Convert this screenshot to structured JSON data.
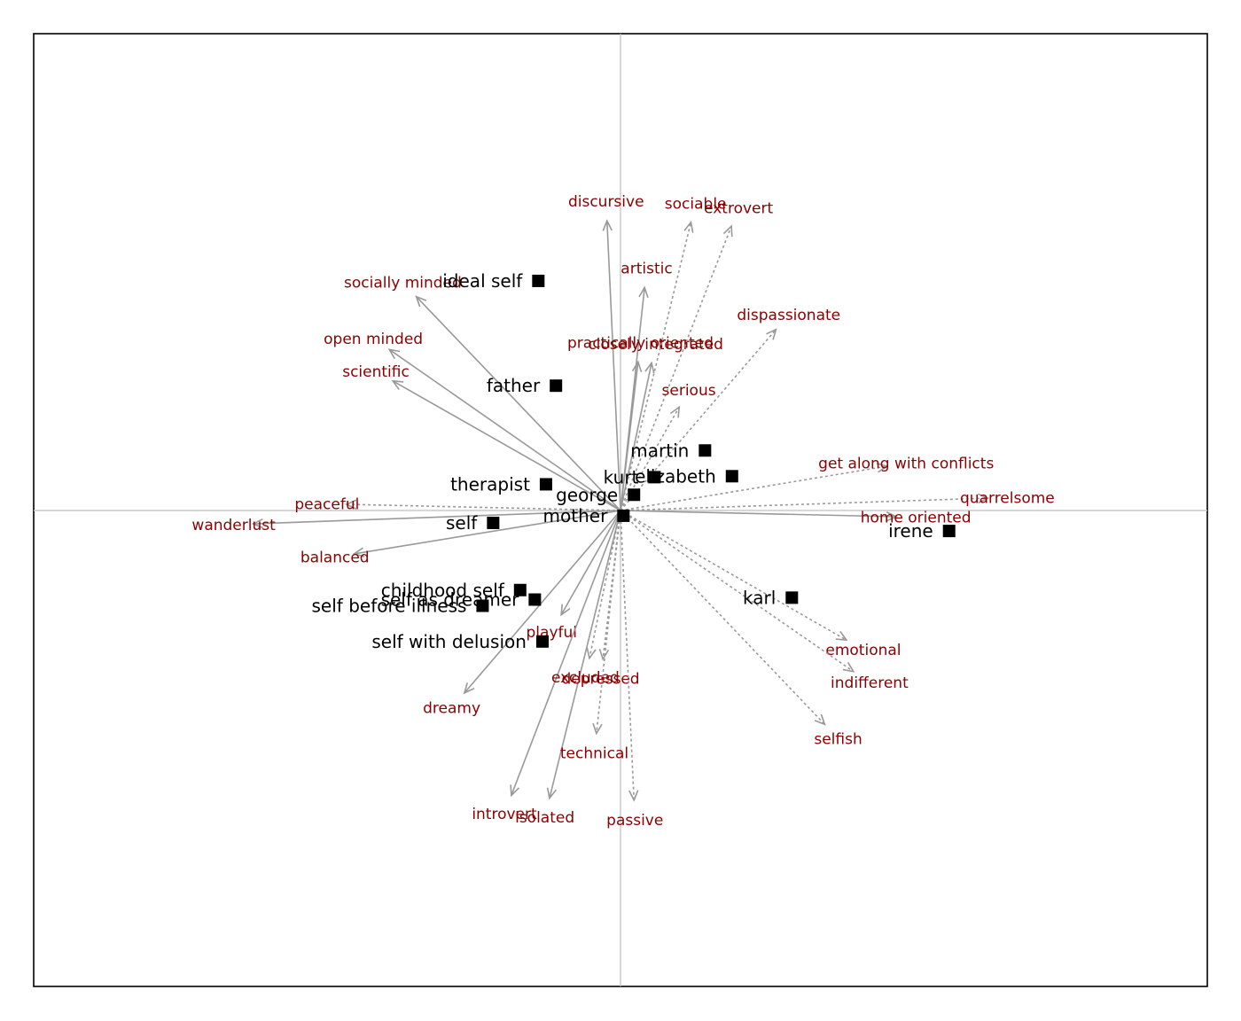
{
  "colors": {
    "arrow": "#999999",
    "construct_text": "#8b0000",
    "element": "#000000",
    "axis": "#bfbfbf",
    "frame": "#000000"
  },
  "chart_data": {
    "type": "scatter",
    "title": "",
    "xlabel": "",
    "ylabel": "",
    "xlim": [
      -1,
      1
    ],
    "ylim": [
      -1,
      1
    ],
    "grid": false,
    "axes_lines_through_origin": true,
    "elements": [
      {
        "name": "ideal self",
        "x": -0.14,
        "y": 0.482
      },
      {
        "name": "father",
        "x": -0.11,
        "y": 0.262
      },
      {
        "name": "martin",
        "x": 0.144,
        "y": 0.126
      },
      {
        "name": "kurt",
        "x": 0.058,
        "y": 0.07
      },
      {
        "name": "elizabeth",
        "x": 0.19,
        "y": 0.072
      },
      {
        "name": "therapist",
        "x": -0.127,
        "y": 0.055
      },
      {
        "name": "george",
        "x": 0.023,
        "y": 0.033
      },
      {
        "name": "mother",
        "x": 0.005,
        "y": -0.011
      },
      {
        "name": "self",
        "x": -0.217,
        "y": -0.026
      },
      {
        "name": "irene",
        "x": 0.56,
        "y": -0.043
      },
      {
        "name": "childhood self",
        "x": -0.171,
        "y": -0.167
      },
      {
        "name": "self as dreamer",
        "x": -0.146,
        "y": -0.187
      },
      {
        "name": "self before illness",
        "x": -0.235,
        "y": -0.2
      },
      {
        "name": "karl",
        "x": 0.292,
        "y": -0.183
      },
      {
        "name": "self with delusion",
        "x": -0.133,
        "y": -0.275
      }
    ],
    "constructs": [
      {
        "name": "discursive",
        "x": -0.023,
        "y": 0.608,
        "style": "solid"
      },
      {
        "name": "artistic",
        "x": 0.041,
        "y": 0.468,
        "style": "solid"
      },
      {
        "name": "socially minded",
        "x": -0.348,
        "y": 0.449,
        "style": "solid"
      },
      {
        "name": "open minded",
        "x": -0.394,
        "y": 0.338,
        "style": "solid"
      },
      {
        "name": "scientific",
        "x": -0.388,
        "y": 0.272,
        "style": "solid"
      },
      {
        "name": "practically oriented",
        "x": 0.03,
        "y": 0.312,
        "style": "solid"
      },
      {
        "name": "closely integrated",
        "x": 0.053,
        "y": 0.31,
        "style": "solid"
      },
      {
        "name": "wanderlust",
        "x": -0.626,
        "y": -0.028,
        "style": "solid"
      },
      {
        "name": "balanced",
        "x": -0.454,
        "y": -0.091,
        "style": "solid"
      },
      {
        "name": "home oriented",
        "x": 0.47,
        "y": -0.013,
        "style": "solid"
      },
      {
        "name": "playful",
        "x": -0.101,
        "y": -0.219,
        "style": "solid"
      },
      {
        "name": "dreamy",
        "x": -0.266,
        "y": -0.383,
        "style": "solid"
      },
      {
        "name": "introvert",
        "x": -0.186,
        "y": -0.598,
        "style": "solid"
      },
      {
        "name": "isolated",
        "x": -0.121,
        "y": -0.604,
        "style": "solid"
      },
      {
        "name": "sociable",
        "x": 0.12,
        "y": 0.605,
        "style": "dashed"
      },
      {
        "name": "extrovert",
        "x": 0.189,
        "y": 0.597,
        "style": "dashed"
      },
      {
        "name": "dispassionate",
        "x": 0.265,
        "y": 0.38,
        "style": "dashed"
      },
      {
        "name": "serious",
        "x": 0.1,
        "y": 0.217,
        "style": "dashed"
      },
      {
        "name": "get along with conflicts",
        "x": 0.454,
        "y": 0.093,
        "style": "dashed"
      },
      {
        "name": "quarrelsome",
        "x": 0.626,
        "y": 0.026,
        "style": "dashed"
      },
      {
        "name": "peaceful",
        "x": -0.467,
        "y": 0.013,
        "style": "dashed"
      },
      {
        "name": "emotional",
        "x": 0.385,
        "y": -0.272,
        "style": "dashed"
      },
      {
        "name": "indifferent",
        "x": 0.397,
        "y": -0.338,
        "style": "dashed"
      },
      {
        "name": "selfish",
        "x": 0.348,
        "y": -0.449,
        "style": "dashed"
      },
      {
        "name": "excluded",
        "x": -0.053,
        "y": -0.31,
        "style": "dashed"
      },
      {
        "name": "depressed",
        "x": -0.03,
        "y": -0.312,
        "style": "dashed"
      },
      {
        "name": "technical",
        "x": -0.041,
        "y": -0.468,
        "style": "dashed"
      },
      {
        "name": "passive",
        "x": 0.023,
        "y": -0.608,
        "style": "dashed"
      }
    ]
  }
}
